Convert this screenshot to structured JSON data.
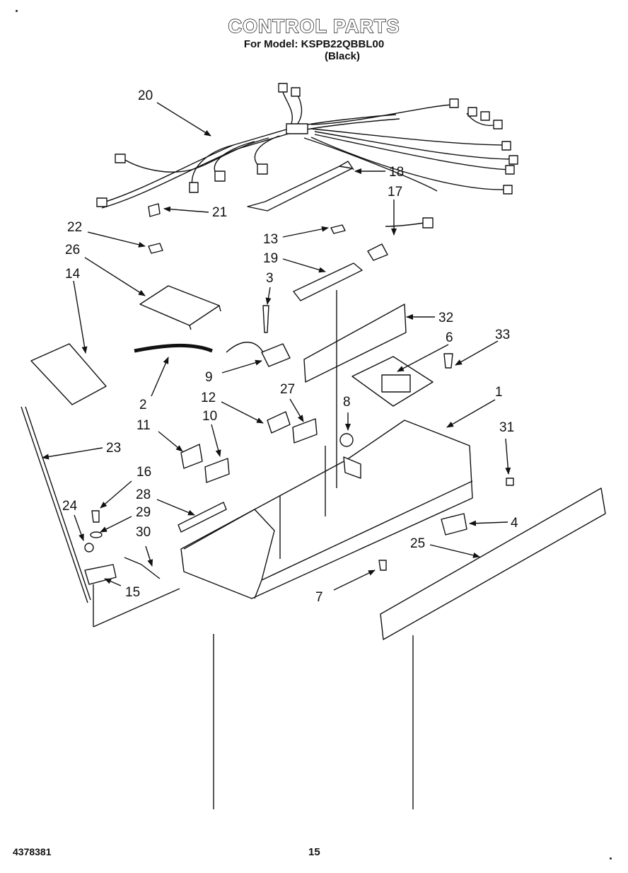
{
  "header": {
    "title": "CONTROL PARTS",
    "model_line": "For Model: KSPB22QBBL00",
    "color_note": "(Black)"
  },
  "footer": {
    "doc_code": "4378381",
    "page_number": "15"
  },
  "callouts": [
    "1",
    "2",
    "3",
    "4",
    "6",
    "7",
    "8",
    "9",
    "10",
    "11",
    "12",
    "13",
    "14",
    "15",
    "16",
    "17",
    "18",
    "19",
    "20",
    "21",
    "22",
    "23",
    "24",
    "25",
    "26",
    "27",
    "28",
    "29",
    "30",
    "31",
    "32",
    "33"
  ]
}
